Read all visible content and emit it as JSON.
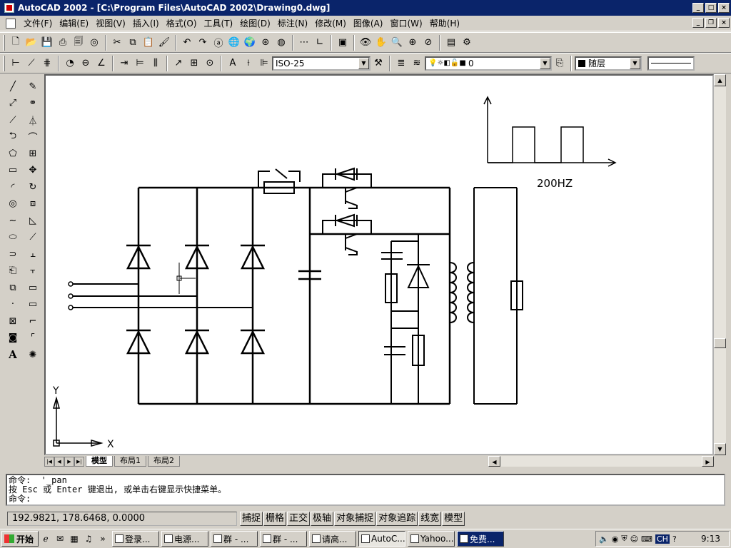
{
  "window": {
    "title": "AutoCAD 2002 - [C:\\Program Files\\AutoCAD 2002\\Drawing0.dwg]"
  },
  "menu": [
    "文件(F)",
    "编辑(E)",
    "视图(V)",
    "插入(I)",
    "格式(O)",
    "工具(T)",
    "绘图(D)",
    "标注(N)",
    "修改(M)",
    "图像(A)",
    "窗口(W)",
    "帮助(H)"
  ],
  "toolbar2": {
    "dimstyle": "ISO-25",
    "layer": "0",
    "color": "随层"
  },
  "drawing": {
    "frequency_label": "200HZ",
    "ucs_y": "Y",
    "ucs_x": "X"
  },
  "tabs": [
    "模型",
    "布局1",
    "布局2"
  ],
  "command": {
    "line1": "命令:  '_pan",
    "line2": "按 Esc 或 Enter 键退出, 或单击右键显示快捷菜单。",
    "line3": "命令:"
  },
  "status": {
    "coords": "192.9821, 178.6468, 0.0000",
    "buttons": [
      "捕捉",
      "栅格",
      "正交",
      "极轴",
      "对象捕捉",
      "对象追踪",
      "线宽",
      "模型"
    ]
  },
  "taskbar": {
    "start": "开始",
    "tasks": [
      "登录...",
      "电源...",
      "群 - ...",
      "群 - ...",
      "请高...",
      "AutoC...",
      "Yahoo...",
      "免费..."
    ],
    "tray_lang": "CH",
    "clock": "9:13"
  }
}
